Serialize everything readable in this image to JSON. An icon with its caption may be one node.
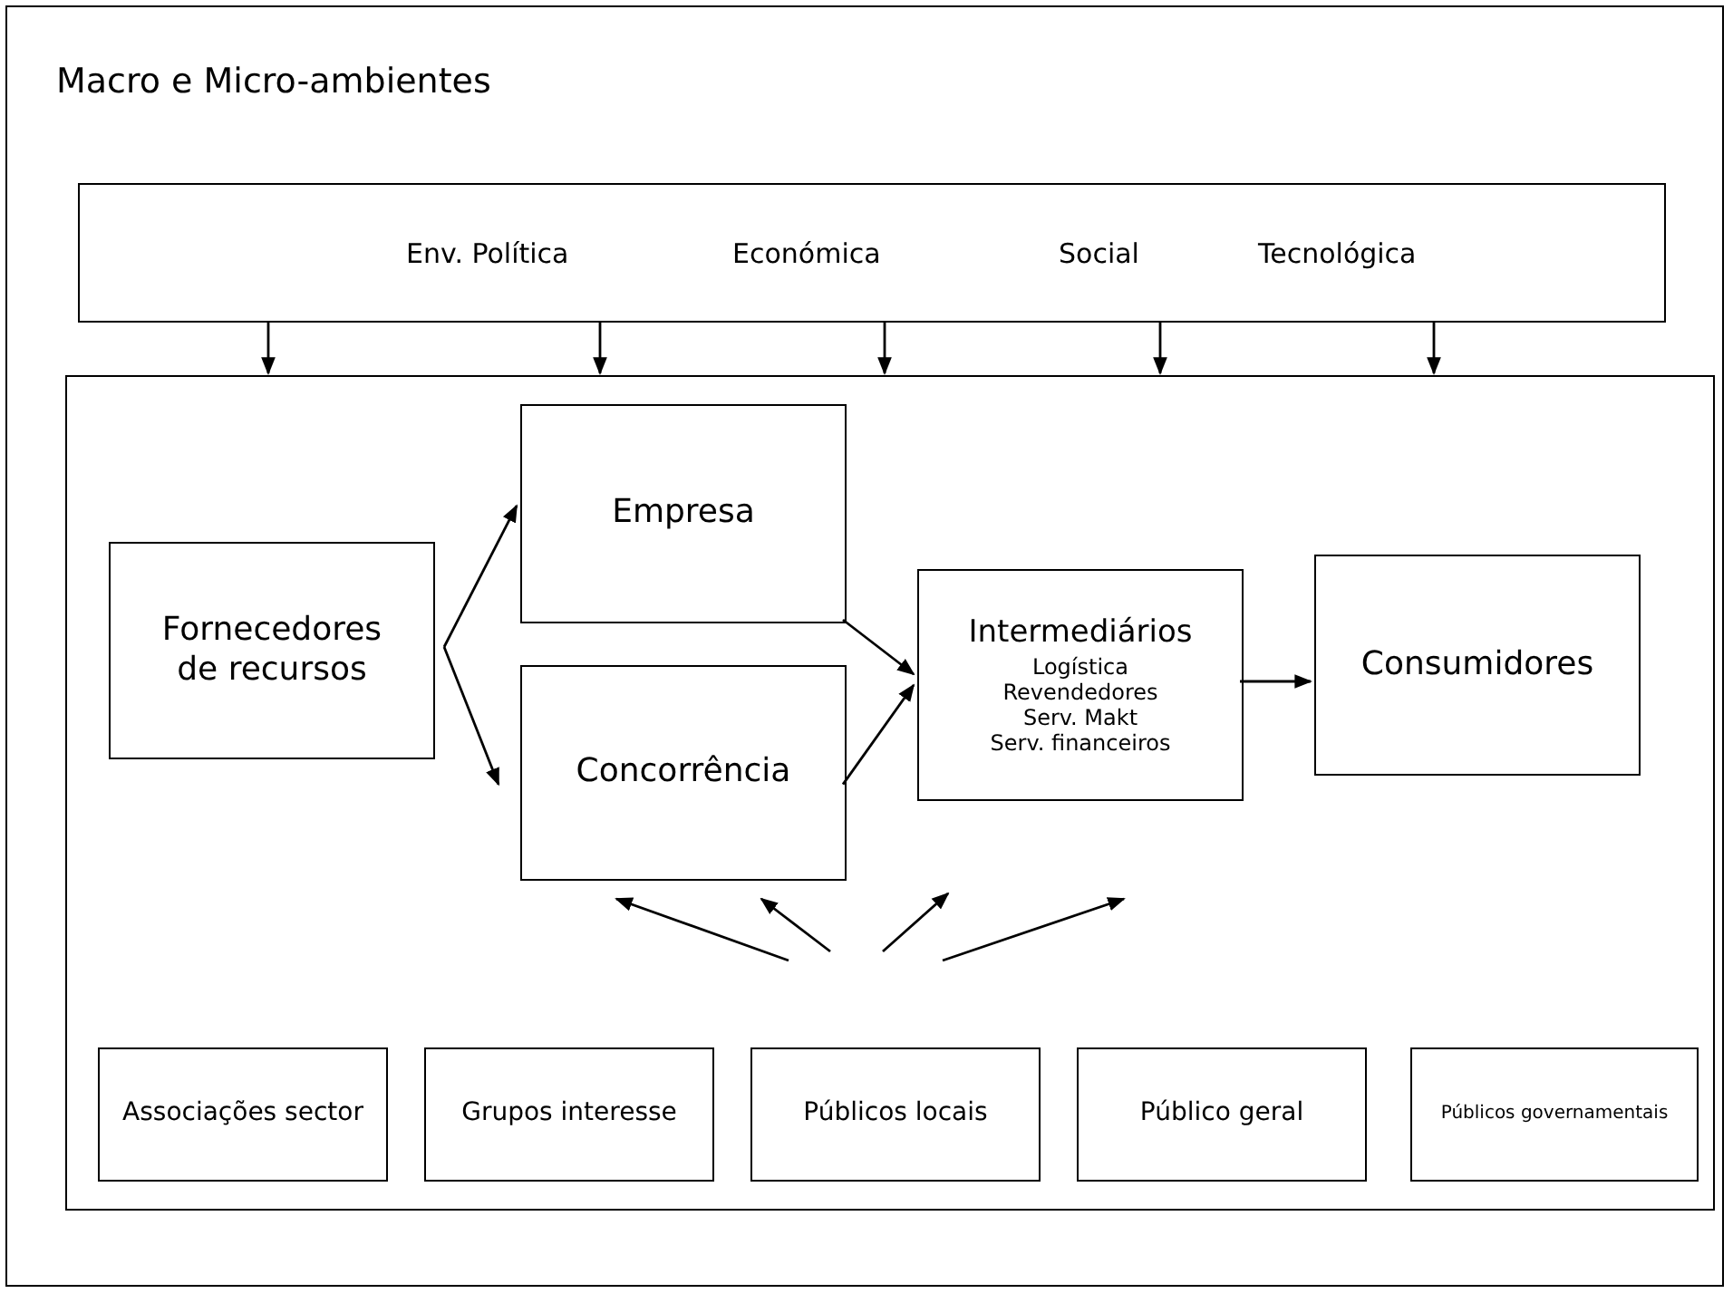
{
  "diagram": {
    "nodes": [
      {
        "text": [
          "Macro e Micro-ambientes"
        ]
      },
      {
        "text": [
          "Env. Política",
          "Económica",
          "Social",
          "Tecnológica"
        ],
        "in": 0
      },
      {
        "text": [],
        "shape": "box",
        "in": 0
      },
      {
        "text": [
          "Fornecedores de recursos"
        ],
        "in": 2
      },
      {
        "text": [
          "Empresa"
        ],
        "in": 2
      },
      {
        "text": [
          "Concorrência"
        ],
        "in": 2
      },
      {
        "text": [
          "Intermediários",
          "Logística",
          "Revendedores",
          "Serv. Makt",
          "Serv. financeiros"
        ],
        "in": 2
      },
      {
        "text": [
          "Consumidores"
        ],
        "in": 2
      },
      {
        "text": [
          "Associações sector"
        ],
        "in": 2
      },
      {
        "text": [
          "Grupos interesse"
        ],
        "in": 2
      },
      {
        "text": [
          "Públicos locais"
        ],
        "in": 2
      },
      {
        "text": [
          "Público geral"
        ],
        "in": 2
      },
      {
        "text": [
          "Públicos governamentais"
        ],
        "in": 2
      }
    ],
    "edges": [
      {
        "from": 1,
        "to": 2,
        "arrow": "to"
      },
      {
        "from": 1,
        "to": 2,
        "arrow": "to"
      },
      {
        "from": 1,
        "to": 2,
        "arrow": "to"
      },
      {
        "from": 1,
        "to": 2,
        "arrow": "to"
      },
      {
        "from": 1,
        "to": 2,
        "arrow": "to"
      },
      {
        "from": 3,
        "to": 4,
        "arrow": "to"
      },
      {
        "from": 3,
        "to": 5,
        "arrow": "to"
      },
      {
        "from": 4,
        "to": 6,
        "arrow": "to"
      },
      {
        "from": 5,
        "to": 6,
        "arrow": "to"
      },
      {
        "from": 6,
        "to": 7,
        "arrow": "to"
      }
    ]
  }
}
